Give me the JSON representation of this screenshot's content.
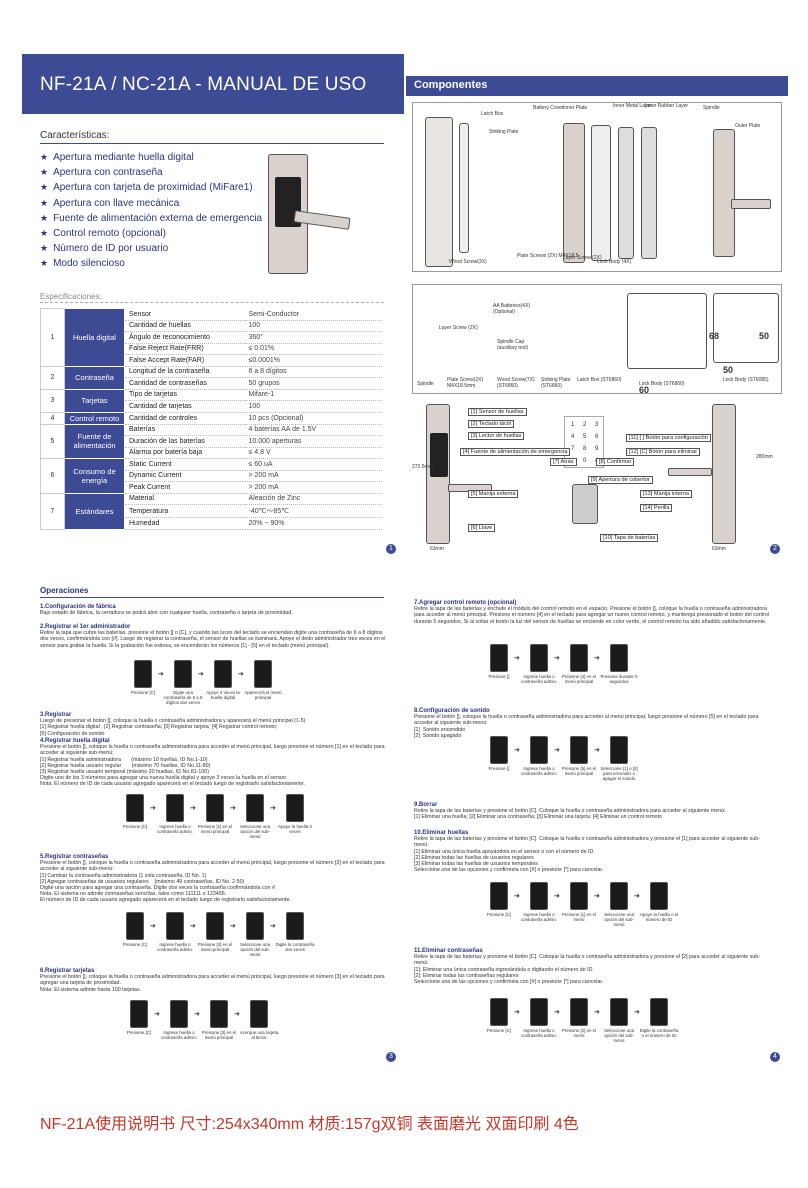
{
  "page1": {
    "title": "NF-21A / NC-21A - MANUAL DE USO",
    "features_heading": "Características:",
    "features": [
      "Apertura mediante huella digital",
      "Apertura con contraseña",
      "Apertura con tarjeta de proximidad (MiFare1)",
      "Apertura con llave mecánica",
      "Fuente de alimentación externa de emergencia",
      "Control remoto (opcional)",
      "Número de ID por usuario",
      "Modo silencioso"
    ],
    "specs_heading": "Especificaciones:",
    "specs": [
      {
        "num": "1",
        "cat": "Huella digital",
        "rows": [
          [
            "Sensor",
            "Semi-Conductor"
          ],
          [
            "Cantidad de huellas",
            "100"
          ],
          [
            "Ángulo de reconocimiento",
            "360°"
          ],
          [
            "False Reject Rate(FRR)",
            "≤ 0.01%"
          ],
          [
            "False Accept Rate(FAR)",
            "≤0.0001%"
          ]
        ]
      },
      {
        "num": "2",
        "cat": "Contraseña",
        "rows": [
          [
            "Longitud de la contraseña",
            "6 a 8 dígitos"
          ],
          [
            "Cantidad de contraseñas",
            "50 grupos"
          ]
        ]
      },
      {
        "num": "3",
        "cat": "Tarjetas",
        "rows": [
          [
            "Tipo de tarjetas",
            "Mifare-1"
          ],
          [
            "Cantidad de tarjetas",
            "100"
          ]
        ]
      },
      {
        "num": "4",
        "cat": "Control remoto",
        "rows": [
          [
            "Cantidad de controles",
            "10 pcs (Opcional)"
          ]
        ]
      },
      {
        "num": "5",
        "cat": "Fuente de alimentación",
        "rows": [
          [
            "Baterías",
            "4 baterías AA de 1.5V"
          ],
          [
            "Duración de las baterías",
            "10.000 aperturas"
          ],
          [
            "Alarma por batería baja",
            "≤ 4.8 V"
          ]
        ]
      },
      {
        "num": "6",
        "cat": "Consumo de energía",
        "rows": [
          [
            "Static Current",
            "≤ 60 uA"
          ],
          [
            "Dynamic Current",
            "> 200 mA"
          ],
          [
            "Peak Current",
            "> 200 mA"
          ]
        ]
      },
      {
        "num": "7",
        "cat": "Estándares",
        "rows": [
          [
            "Material",
            "Aleación de Zinc"
          ],
          [
            "Temperatura",
            "-40℃～85℃"
          ],
          [
            "Humedad",
            "20% ~ 90%"
          ]
        ]
      }
    ],
    "page_number": "1"
  },
  "page2": {
    "title": "Componentes",
    "exploded_labels": [
      "Latch Box",
      "Striking Plate",
      "Battery Cover",
      "Inner Plate",
      "Inner Metal Layer",
      "Inner Rubber Layer",
      "Spindle",
      "Outer Plate",
      "Wood Screw(3X)",
      "Plate Screws (2X) M4X18.5",
      "Layer Screw (2X)",
      "Lock Body (4X)"
    ],
    "parts_labels": [
      "Layer Screw (2X)",
      "AA Batteries(4X) (Optional)",
      "Spindle Cap (auxiliary tool)",
      "Spindle",
      "Plate Screw(2X) M4X18.5mm",
      "Wood Screw(7X) (ST6860)",
      "Striking Plate (ST6860)",
      "Latch Box (ST6860)",
      "Lock Body (ST6860)",
      "Lock Body (ST6085)"
    ],
    "dims": [
      "68",
      "50",
      "60",
      "50"
    ],
    "callouts": [
      "[1] Sensor de huellas",
      "[2] Teclado táctil",
      "[3] Lector de huellas",
      "[4] Fuente de alimentación de emergencia",
      "[5] Manija externa",
      "[6] Llave",
      "[7] Atrás",
      "[8] Confirmar",
      "[9] Apertura de cobertor",
      "[10] Tapa de baterías",
      "[11] [ ] Botón para configuración",
      "[12] [C] Botón para eliminar",
      "[13] Manija interna",
      "[14] Perilla"
    ],
    "size_labels": [
      "272.5mm",
      "63mm",
      "280mm",
      "63mm"
    ],
    "keys": [
      "1",
      "2",
      "3",
      "4",
      "5",
      "6",
      "7",
      "8",
      "9",
      "*",
      "0",
      "#"
    ],
    "page_number": "2"
  },
  "page3": {
    "title": "Operaciones",
    "blocks": [
      {
        "t": "1.Configuración de fábrica",
        "p": "Bajo estado de fábrica, la cerradura se podrá abrir con cualquier huella, contraseña o tarjeta de proximidad."
      },
      {
        "t": "2.Registrar el 1er administrador",
        "p": "Retire la tapa que cubre las baterías, presione el botón [] o [C], y cuando las luces del teclado se enciendan digite una contraseña de 6 a 8 dígitos dos veces, confirmándola con [#]. Luego de registrar la contraseña, el sensor de huellas se iluminará. Apoye el dedo administrador tres veces en el sensor para grabar la huella. Si la grabación fue exitosa, se encenderán los números [1] - [5] en el teclado (menú principal)."
      },
      {
        "t": "3.Registrar",
        "p": "Luego de presionar el botón [], coloque la huella o contraseña administradora y aparecerá el menú principal (1-5)\n[1] Registrar huella digital ; [2] Registrar contraseña; [3] Registrar tarjeta; [4] Registrar control remoto;\n[5] Configuración de sonido"
      },
      {
        "t": "4.Registrar huella digital",
        "p": "Presione el botón [], coloque la huella o contraseña administradora para acceder al menú principal, luego presione el número [1] en el teclado para acceder al siguiente sub-menú:\n[1] Registrar huella administradora       (máximo 10 huellas, ID No.1-10)\n[2] Registrar huella usuario regular       (máximo 70 huellas, ID No.11-80)\n[3] Registrar huella usuario temporal (máximo 20 huellas, ID No.81-100)\nDigite uno de los 3 números para agregar una nueva huella digital y apoye 3 veces la huella en el sensor.\nNota: El número de ID de cada usuario agregado aparecerá en el teclado luego de registrarlo satisfactoriamente."
      },
      {
        "t": "5.Registrar contraseñas",
        "p": "Presione el botón [], coloque la huella o contraseña administradora para acceder al menú principal, luego presione el número [2] en el teclado para acceder al siguiente sub-menú:\n[1] Cambiar la contraseña administradora (1 sola contraseña, ID No. 1)\n[2] Agregar contraseñas de usuarios regulares    (máximo 49 contraseñas, ID No. 2-50)\nDigite una opción para agregar una contraseña. Digite dos veces la contraseña confirmándola con #.\nNota: El sistema no admite contraseñas sencillas, tales como 111111 o 123456.\nEl número de ID de cada usuario agregado aparecerá en el teclado luego de registrarlo satisfactoriamente."
      },
      {
        "t": "6.Registrar tarjetas",
        "p": "Presione el botón [], coloque la huella o contraseña administradora para acceder al menú principal, luego presione el número [3] en el teclado para agregar una tarjeta de proximidad.\nNota: El sistema admite hasta 100 tarjetas."
      }
    ],
    "steps": [
      [
        "Presione [C]",
        "Digite una contraseña de 6 a 8 dígitos dos veces",
        "Apoye 3 veces la huella digital",
        "Aparecerá el menú principal"
      ],
      [
        "Presione [C]",
        "Ingrese huella o contraseña admin.",
        "Presione [1] en el menú principal",
        "Seleccione una opción del sub-menú",
        "Apoye la huella 3 veces"
      ],
      [
        "Presione [C]",
        "Ingrese huella o contraseña admin.",
        "Presione [2] en el menú principal",
        "Seleccione una opción del sub-menú",
        "Digite la contraseña dos veces"
      ],
      [
        "Presione [C]",
        "Ingrese huella o contraseña admin.",
        "Presione [3] en el menú principal",
        "Acerque una tarjeta al lector"
      ]
    ],
    "page_number": "3"
  },
  "page4": {
    "blocks": [
      {
        "t": "7.Agregar control remoto (opcional)",
        "p": "Retire la tapa de las baterías y enchufe el módulo del control remoto en el espacio. Presione el botón [], coloque la huella o contraseña administradora para acceder al menú principal. Presione el número [4] en el teclado para agregar un nuevo control remoto, y mantenga presionado el botón del control durante 5 segundos. Si al soltar el botón la luz del sensor de huellas se enciende en color verde, el control remoto ha sido añadido satisfactoriamente."
      },
      {
        "t": "8.Configuración de sonido",
        "p": "Presione el botón [], coloque la huella o contraseña administradora para acceder al menú principal, luego presione el número [5] en el teclado para acceder al siguiente sub-menú:\n[1]  Sonido encendido\n[2]  Sonido apagado"
      },
      {
        "t": "9.Borrar",
        "p": "Retire la tapa de las baterías y presione el botón [C]. Coloque la huella o contraseña administradora para acceder al siguiente menú:\n[1] Eliminar una huella; [2] Eliminar una contraseña; [3] Eliminar una tarjeta; [4] Eliminar un control remoto"
      },
      {
        "t": "10.Eliminar huellas",
        "p": "Retire la tapa de las baterías y presione el botón [C]. Coloque la huella o contraseña administradora y presione el [1] para acceder al siguiente sub-menú:\n[1] Eliminar una única huella apoyándola en el sensor o con el número de ID.\n[2] Eliminar todas las huellas de usuarios regulares\n[3] Eliminar todas las huellas de usuarios temporales\nSeleccione una de las opciones y confirmela con [#] o presione [*] para cancelar."
      },
      {
        "t": "11.Eliminar contraseñas",
        "p": "Retire la tapa de las baterías y presione el botón [C]. Coloque la huella o contraseña administradora y presione el [2] para acceder al siguiente sub-menú:\n[1]: Eliminar una única contraseña ingresándola o digitando el número de ID.\n[2]: Eliminar todas las contraseñas regulares\nSeleccione una de las opciones y confirmela con [#] o presione [*] para cancelar."
      }
    ],
    "steps": [
      [
        "Presione []",
        "Ingrese huella o contraseña admin.",
        "Presione [4] en el menú principal",
        "Presione durante 5 segundos"
      ],
      [
        "Presione []",
        "Ingrese huella o contraseña admin.",
        "Presione [5] en el menú principal",
        "Seleccione [1] o [2] para encender o apagar el sonido"
      ],
      [
        "Presione [C]",
        "Ingrese huella o contraseña admin.",
        "Presione [1] en el menú",
        "Seleccione una opción del sub-menú",
        "Apoye la huella o el número de ID"
      ],
      [
        "Presione [C]",
        "Ingrese huella o contraseña admin.",
        "Presione [2] en el menú",
        "Seleccione una opción del sub-menú",
        "Digite la contraseña o el número de ID"
      ]
    ],
    "page_number": "4"
  },
  "footer": "NF-21A使用说明书 尺寸:254x340mm 材质:157g双铜 表面磨光 双面印刷 4色"
}
